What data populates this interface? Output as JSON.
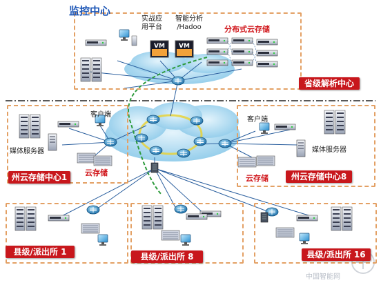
{
  "monitor_center": {
    "title": "监控中心",
    "app_platform": [
      "实战应",
      "用平台"
    ],
    "analysis": [
      "智能分析",
      "/Hadoo"
    ],
    "distributed_storage": "分布式云存储",
    "vm_label": "VM",
    "badge": "省级解析中心"
  },
  "region_left": {
    "client": "客户端",
    "media_server": "媒体服务器",
    "cloud_storage": "云存储",
    "badge": "州云存储中心1"
  },
  "region_right": {
    "client": "客户端",
    "media_server": "媒体服务器",
    "cloud_storage": "云存储",
    "badge": "州云存储中心8"
  },
  "stations": [
    {
      "badge": "县级/派出所 1"
    },
    {
      "badge": "县级/派出所 8"
    },
    {
      "badge": "县级/派出所 16"
    }
  ],
  "watermark": "中国智能网",
  "colors": {
    "accent_red": "#c8171c",
    "dashed_border": "#e3a064",
    "green_path": "#2e9b3c",
    "cloud": "#7fc4e8",
    "ring": "#e8d23a"
  }
}
